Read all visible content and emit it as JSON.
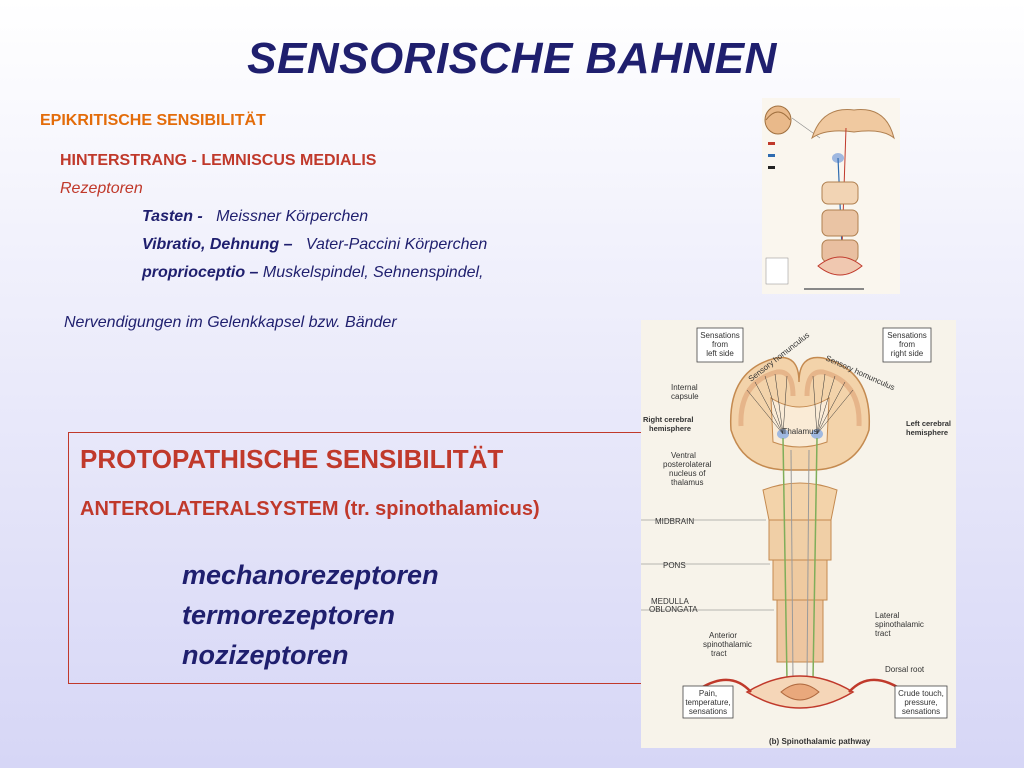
{
  "slide": {
    "title": "SENSORISCHE BAHNEN",
    "epikritisch": "EPIKRITISCHE SENSIBILITÄT",
    "hinterstrang": "HINTERSTRANG - LEMNISCUS MEDIALIS",
    "rezeptoren": "Rezeptoren",
    "rows": [
      {
        "term": "Tasten -",
        "desc": "Meissner Körperchen"
      },
      {
        "term": "Vibratio, Dehnung  –",
        "desc": "Vater-Paccini Körperchen"
      },
      {
        "term": "proprioceptio  –",
        "desc": "Muskelspindel, Sehnenspindel,"
      }
    ],
    "nervendigungen": "Nervendigungen im Gelenkkapsel bzw. Bänder",
    "protopathisch": "PROTOPATHISCHE SENSIBILITÄT",
    "anterolateral": "ANTEROLATERALSYSTEM (tr. spinothalamicus)",
    "receptors": [
      "mechanorezeptoren",
      "termorezeptoren",
      "nozizeptoren"
    ]
  },
  "figure": {
    "sens_left": [
      "Sensations",
      "from",
      "left side"
    ],
    "sens_right": [
      "Sensations",
      "from",
      "right side"
    ],
    "homunculus_left": "Sensory homunculus",
    "homunculus_right": "Sensory homunculus",
    "internal_capsule": [
      "Internal",
      "capsule"
    ],
    "right_hemisphere": [
      "Right cerebral",
      "hemisphere"
    ],
    "left_hemisphere": [
      "Left cerebral",
      "hemisphere"
    ],
    "thalamus": "Thalamus",
    "vpl": [
      "Ventral",
      "posterolateral",
      "nucleus of",
      "thalamus"
    ],
    "midbrain": "MIDBRAIN",
    "pons": "PONS",
    "medulla": [
      "MEDULLA",
      "OBLONGATA"
    ],
    "anterior_tract": [
      "Anterior",
      "spinothalamic",
      "tract"
    ],
    "lateral_tract": [
      "Lateral",
      "spinothalamic",
      "tract"
    ],
    "dorsal_root": "Dorsal root",
    "pain": [
      "Pain,",
      "temperature,",
      "sensations"
    ],
    "crude": [
      "Crude touch,",
      "pressure,",
      "sensations"
    ],
    "caption": "(b) Spinothalamic pathway"
  },
  "colors": {
    "title": "#1f1f6e",
    "accent_orange": "#e36c0a",
    "accent_red": "#c0392b"
  }
}
